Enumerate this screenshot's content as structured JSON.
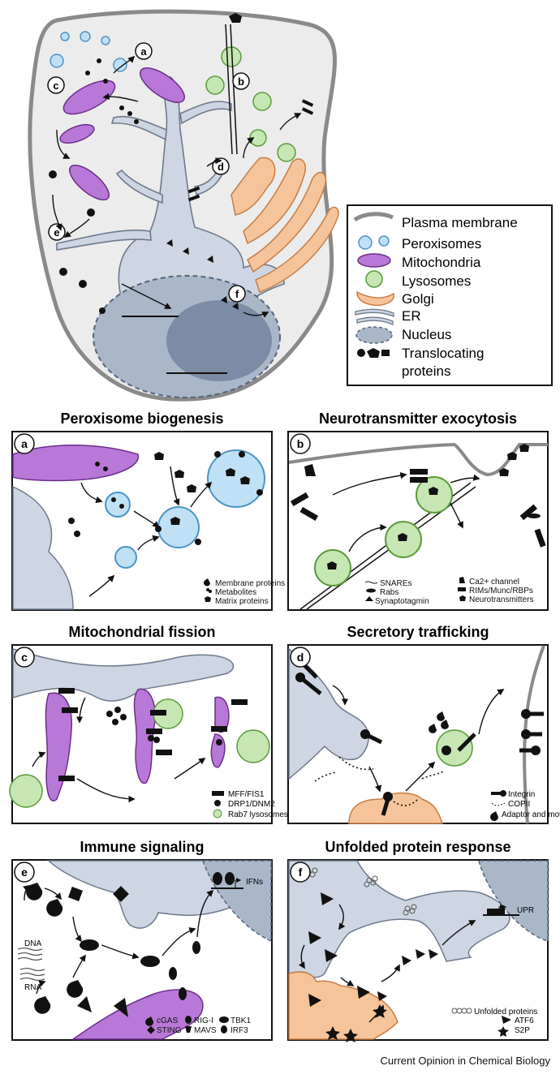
{
  "legend": {
    "items": [
      {
        "icon": "plasma-membrane-icon",
        "label": "Plasma membrane"
      },
      {
        "icon": "peroxisome-icon",
        "label": "Peroxisomes"
      },
      {
        "icon": "mitochondria-icon",
        "label": "Mitochondria"
      },
      {
        "icon": "lysosome-icon",
        "label": "Lysosomes"
      },
      {
        "icon": "golgi-icon",
        "label": "Golgi"
      },
      {
        "icon": "er-icon",
        "label": "ER"
      },
      {
        "icon": "nucleus-icon",
        "label": "Nucleus"
      },
      {
        "icon": "translocating-proteins-icon",
        "label": "Translocating"
      },
      {
        "icon": "",
        "label": "proteins"
      }
    ]
  },
  "cell_markers": [
    "a",
    "b",
    "c",
    "d",
    "e",
    "f"
  ],
  "panels": {
    "a": {
      "letter": "a",
      "title": "Peroxisome biogenesis",
      "legend": [
        "Membrane proteins",
        "Metabolites",
        "Matrix proteins"
      ]
    },
    "b": {
      "letter": "b",
      "title": "Neurotransmitter exocytosis",
      "legend": [
        "SNAREs",
        "Rabs",
        "Synaptotagmin",
        "Ca2+ channel",
        "RIMs/Munc/RBPs",
        "Neurotransmitters"
      ]
    },
    "c": {
      "letter": "c",
      "title": "Mitochondrial fission",
      "legend": [
        "MFF/FIS1",
        "DRP1/DNM2",
        "Rab7 lysosomes"
      ]
    },
    "d": {
      "letter": "d",
      "title": "Secretory trafficking",
      "legend": [
        "Integrin",
        "COPII",
        "Adaptor and motors"
      ]
    },
    "e": {
      "letter": "e",
      "title": "Immune signaling",
      "labels": {
        "dna": "DNA",
        "rna": "RNA",
        "ifns": "IFNs"
      },
      "legend": [
        "cGAS",
        "STING",
        "RIG-I",
        "MAVS",
        "TBK1",
        "IRF3"
      ]
    },
    "f": {
      "letter": "f",
      "title": "Unfolded protein response",
      "labels": {
        "upr": "UPR"
      },
      "legend": [
        "Unfolded proteins",
        "ATF6",
        "S2P"
      ]
    }
  },
  "credit": "Current Opinion in Chemical Biology",
  "colors": {
    "cytoplasm": "#ececec",
    "membrane": "#8a8a8a",
    "er": "#cdd6e2",
    "peroxisome": "#bfe0f5",
    "mitochondria": "#b878d8",
    "lysosome": "#c6e6b4",
    "golgi": "#f6c49a",
    "nucleus": "#a9b7c9",
    "nucleolus": "#7b8ca4",
    "protein": "#111111"
  }
}
